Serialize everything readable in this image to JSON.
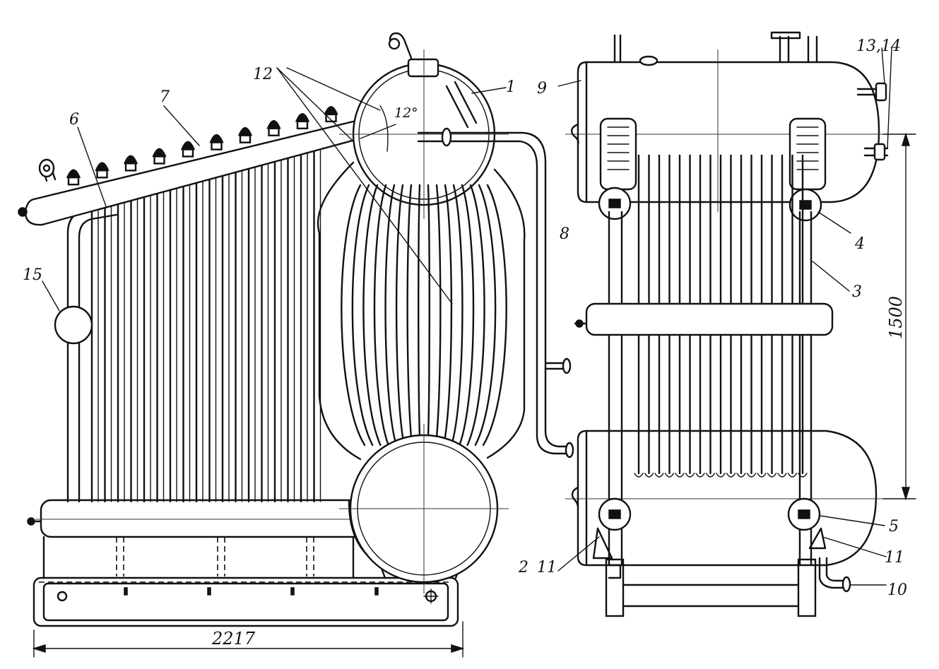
{
  "labels": {
    "drum_top": "1",
    "drum_bottom": "2",
    "tubes": "3",
    "header_upper": "4",
    "header_lower": "5",
    "collector_6": "6",
    "valves_7": "7",
    "pipe_8": "8",
    "shell_9": "9",
    "drain_10": "10",
    "support_11_left": "11",
    "support_11_right": "11",
    "tubes_12": "12",
    "fittings_13_14": "13,14",
    "vessel_15": "15",
    "angle": "12°"
  },
  "dimensions": {
    "width": "2217",
    "height": "1500"
  }
}
